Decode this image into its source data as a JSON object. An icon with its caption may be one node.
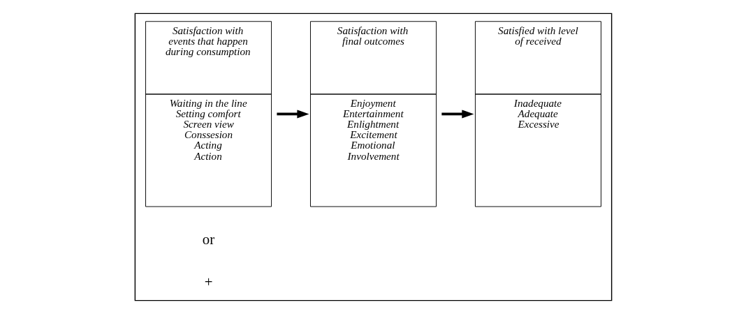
{
  "diagram": {
    "nodes": [
      {
        "text": [],
        "shape": "box"
      },
      {
        "text": [
          "Satisfaction with events that happen during consumption",
          "Waiting in the line",
          "Setting comfort",
          "Screen view",
          "Conssesion",
          "Acting",
          "Action"
        ],
        "in": 0
      },
      {
        "text": [
          "Satisfaction with final outcomes",
          "Enjoyment",
          "Entertainment",
          "Enlightment",
          "Excitement",
          "Emotional",
          "Involvement"
        ],
        "in": 0
      },
      {
        "text": [
          "Satisfied with level of received",
          "Inadequate",
          "Adequate",
          "Excessive"
        ],
        "in": 0
      }
    ],
    "edges": [
      {
        "from": 1,
        "to": 2,
        "arrow": "to"
      },
      {
        "from": 2,
        "to": 3,
        "arrow": "to"
      }
    ],
    "labels": [
      "or",
      "+"
    ]
  }
}
